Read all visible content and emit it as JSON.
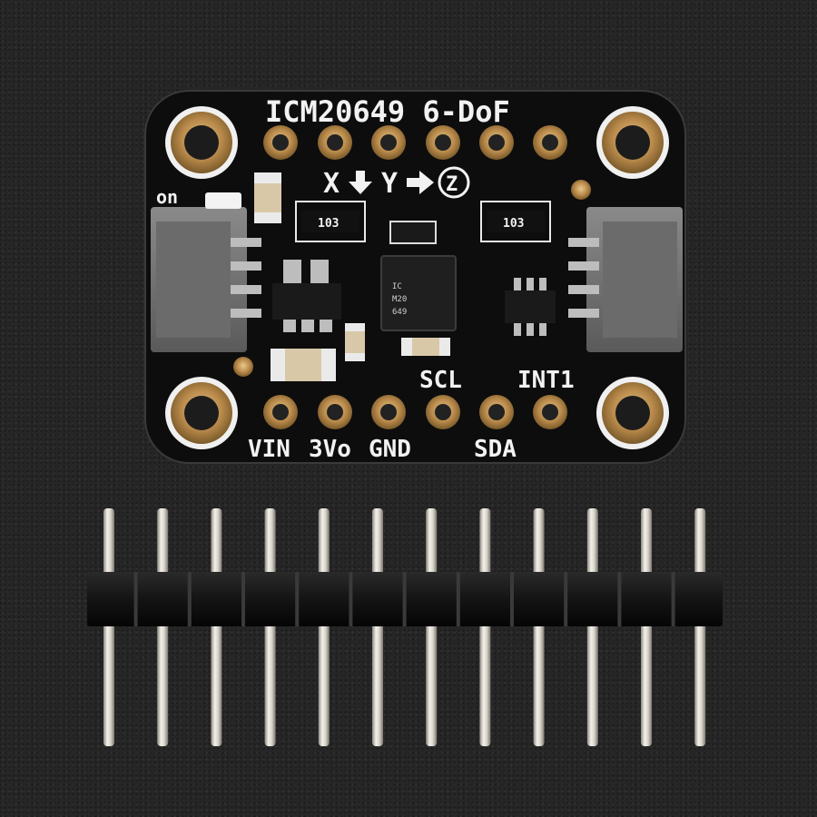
{
  "board": {
    "title": "ICM20649 6-DoF",
    "axis_x": "X",
    "axis_y": "Y",
    "axis_z": "Z",
    "power_led_label": "on",
    "resistor_left_marking": "103",
    "resistor_right_marking": "103",
    "pins_bottom": [
      "VIN",
      "3Vo",
      "GND",
      "SCL",
      "SDA",
      "INT1"
    ],
    "colors": {
      "pcb": "#0d0d0d",
      "silkscreen": "#f2f2f2",
      "pad_gold": "#b8894a",
      "background": "#262626"
    }
  },
  "header": {
    "pin_count": 12
  }
}
